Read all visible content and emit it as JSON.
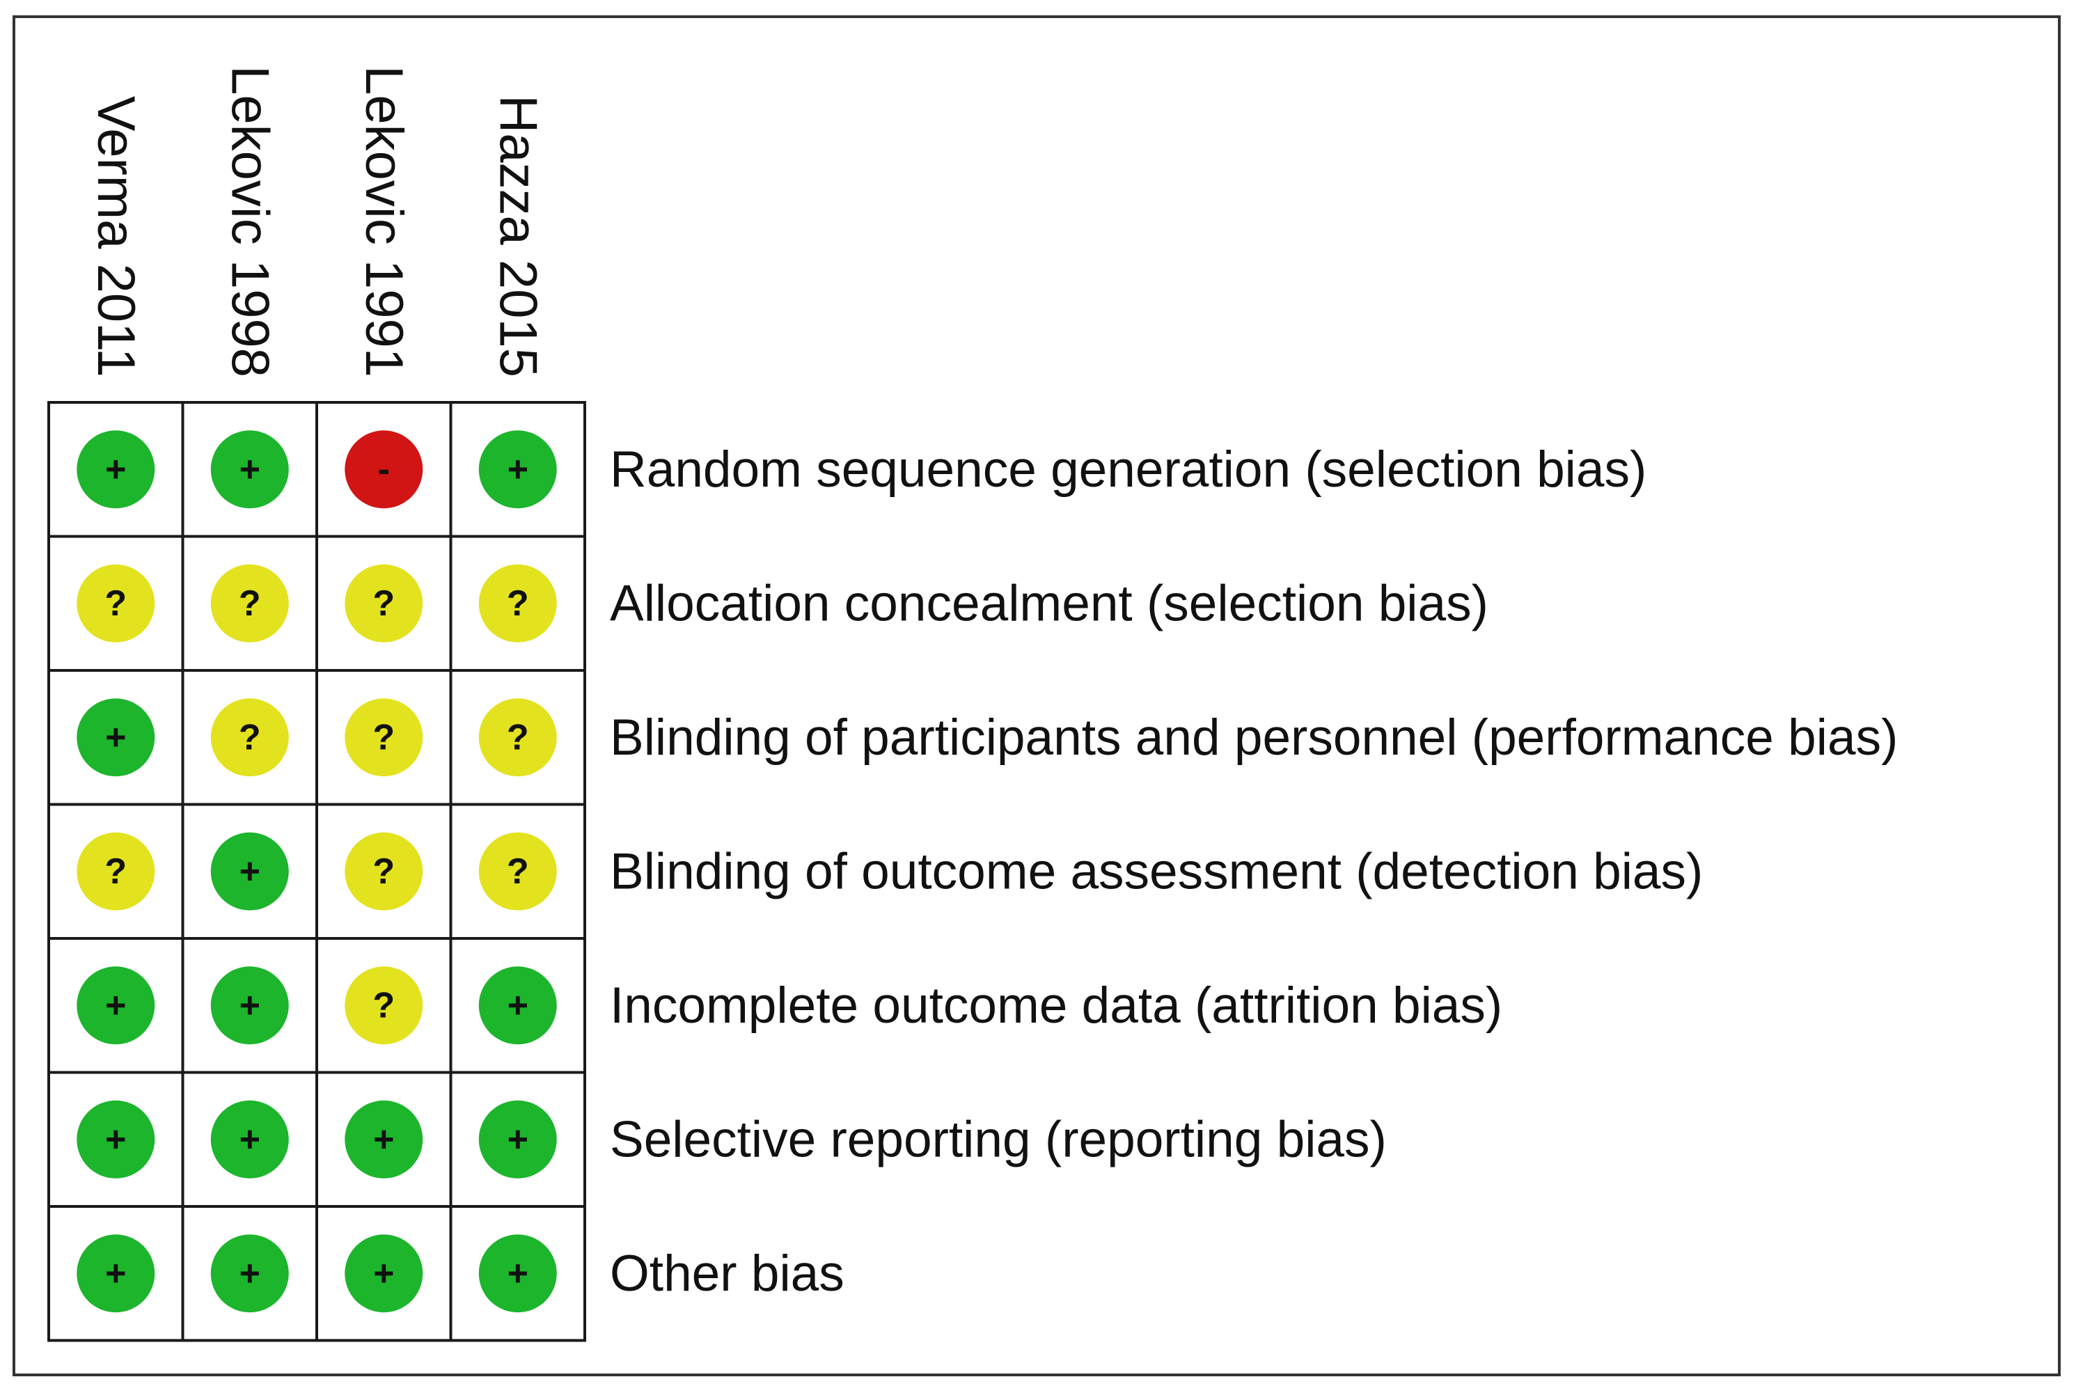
{
  "chart_data": {
    "type": "table",
    "studies": [
      "Verma 2011",
      "Lekovic 1998",
      "Lekovic 1991",
      "Hazza 2015"
    ],
    "domains": [
      "Random sequence generation (selection bias)",
      "Allocation concealment (selection bias)",
      "Blinding of participants and personnel (performance bias)",
      "Blinding of outcome assessment (detection bias)",
      "Incomplete outcome data (attrition bias)",
      "Selective reporting (reporting bias)",
      "Other bias"
    ],
    "judgements": [
      [
        "low",
        "low",
        "high",
        "low"
      ],
      [
        "unclear",
        "unclear",
        "unclear",
        "unclear"
      ],
      [
        "low",
        "unclear",
        "unclear",
        "unclear"
      ],
      [
        "unclear",
        "low",
        "unclear",
        "unclear"
      ],
      [
        "low",
        "low",
        "unclear",
        "low"
      ],
      [
        "low",
        "low",
        "low",
        "low"
      ],
      [
        "low",
        "low",
        "low",
        "low"
      ]
    ],
    "judgement_styles": {
      "low": {
        "symbol": "+",
        "color": "#1cb52c"
      },
      "unclear": {
        "symbol": "?",
        "color": "#e3e21e"
      },
      "high": {
        "symbol": "-",
        "color": "#d11414"
      }
    }
  }
}
